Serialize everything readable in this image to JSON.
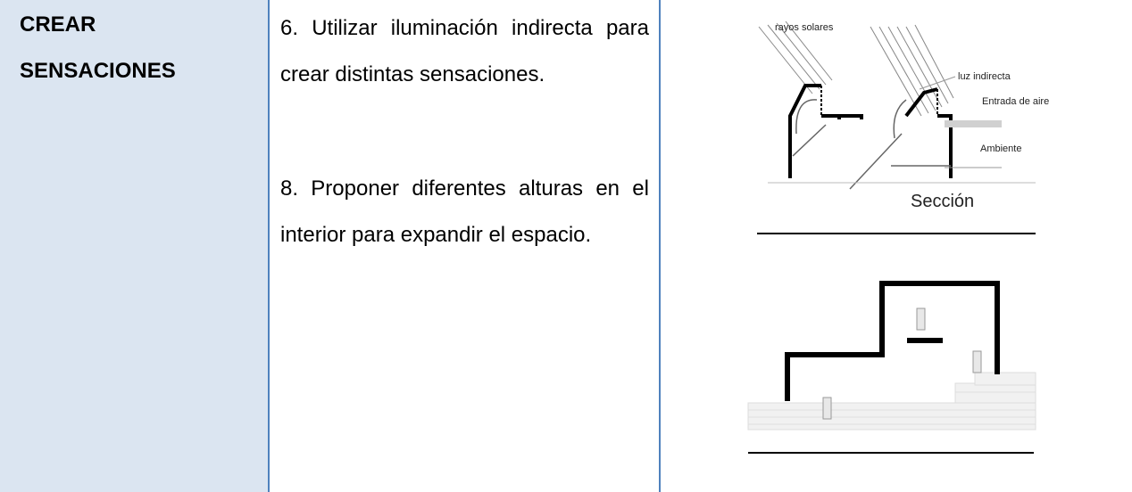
{
  "col1": {
    "line1": "CREAR",
    "line2": "SENSACIONES"
  },
  "col2": {
    "item6": "6. Utilizar iluminación indirecta para crear distintas sensaciones.",
    "item8": "8. Proponer diferentes alturas en el interior para expandir el espacio."
  },
  "section_figure": {
    "labels": {
      "sun_rays": "rayos solares",
      "indirect_light": "luz indirecta",
      "air_inlet": "Entrada de aire",
      "ambient": "Ambiente",
      "section": "Sección"
    }
  },
  "colors": {
    "border": "#4f81bd",
    "first_column_fill": "#dbe5f1"
  }
}
